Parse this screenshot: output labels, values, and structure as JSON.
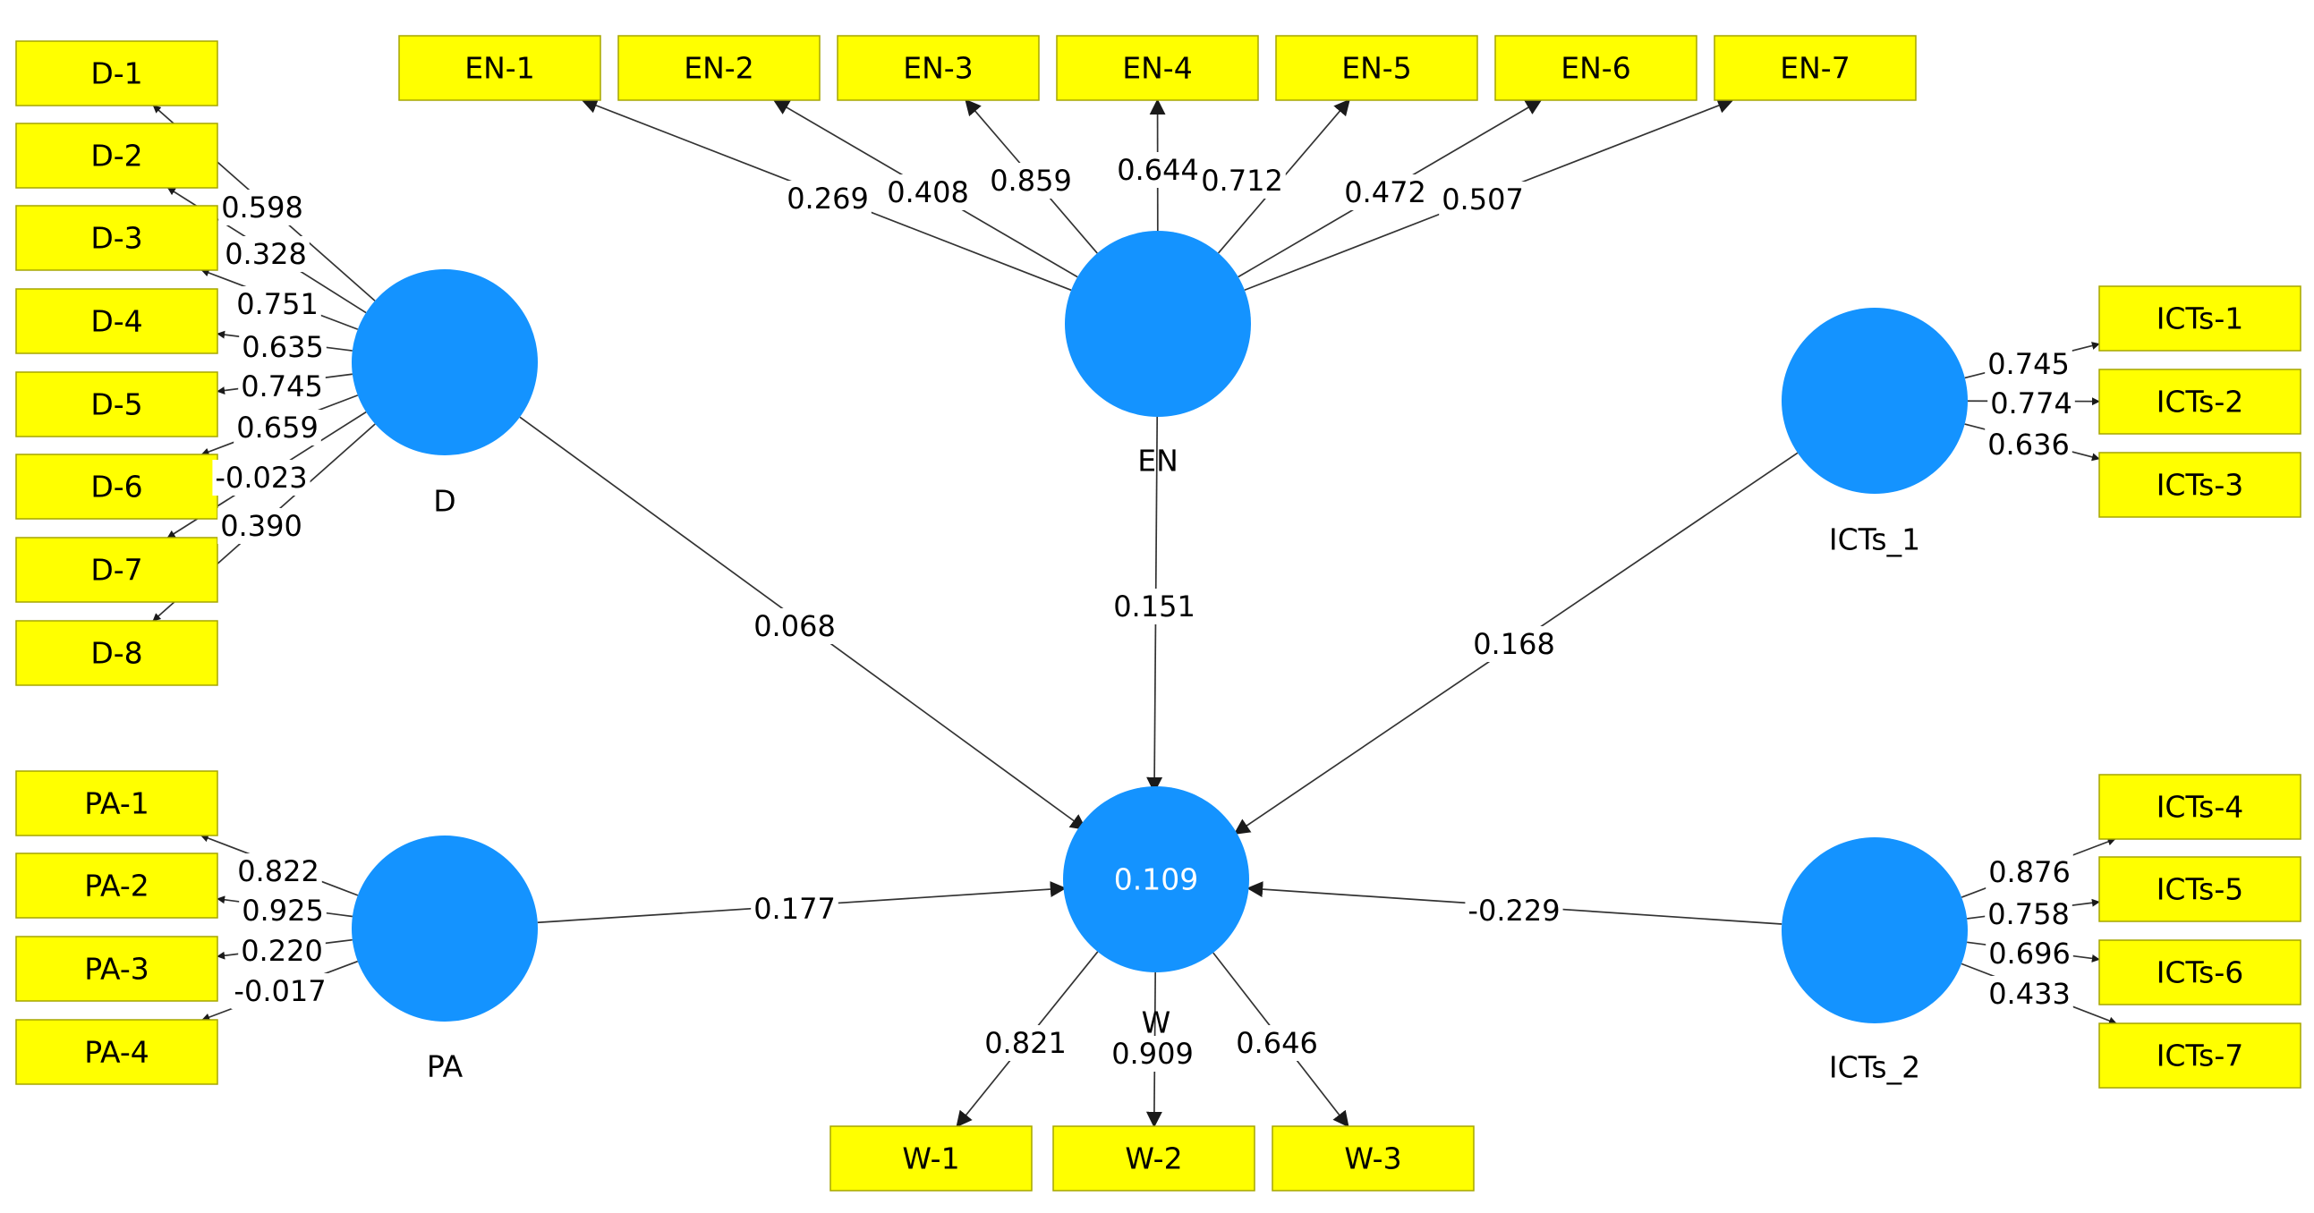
{
  "colors": {
    "indicator_fill": "#ffff00",
    "construct_fill": "#1493ff",
    "r2_text": "#ffffff",
    "edge": "#333333"
  },
  "constructs": {
    "D": {
      "label": "D"
    },
    "EN": {
      "label": "EN"
    },
    "ICTs_1": {
      "label": "ICTs_1"
    },
    "ICTs_2": {
      "label": "ICTs_2"
    },
    "PA": {
      "label": "PA"
    },
    "W": {
      "label": "W",
      "r2": "0.109"
    }
  },
  "indicators": {
    "D": [
      "D-1",
      "D-2",
      "D-3",
      "D-4",
      "D-5",
      "D-6",
      "D-7",
      "D-8"
    ],
    "EN": [
      "EN-1",
      "EN-2",
      "EN-3",
      "EN-4",
      "EN-5",
      "EN-6",
      "EN-7"
    ],
    "ICTs_1": [
      "ICTs-1",
      "ICTs-2",
      "ICTs-3"
    ],
    "ICTs_2": [
      "ICTs-4",
      "ICTs-5",
      "ICTs-6",
      "ICTs-7"
    ],
    "PA": [
      "PA-1",
      "PA-2",
      "PA-3",
      "PA-4"
    ],
    "W": [
      "W-1",
      "W-2",
      "W-3"
    ]
  },
  "loadings": {
    "D": [
      "0.598",
      "0.328",
      "0.751",
      "0.635",
      "0.745",
      "0.659",
      "-0.023",
      "0.390"
    ],
    "EN": [
      "0.269",
      "0.408",
      "0.859",
      "0.644",
      "0.712",
      "0.472",
      "0.507"
    ],
    "ICTs_1": [
      "0.745",
      "0.774",
      "0.636"
    ],
    "ICTs_2": [
      "0.876",
      "0.758",
      "0.696",
      "0.433"
    ],
    "PA": [
      "0.822",
      "0.925",
      "0.220",
      "-0.017"
    ],
    "W": [
      "0.821",
      "0.909",
      "0.646"
    ]
  },
  "paths": {
    "D_W": "0.068",
    "EN_W": "0.151",
    "ICTs_1_W": "0.168",
    "ICTs_2_W": "-0.229",
    "PA_W": "0.177"
  }
}
